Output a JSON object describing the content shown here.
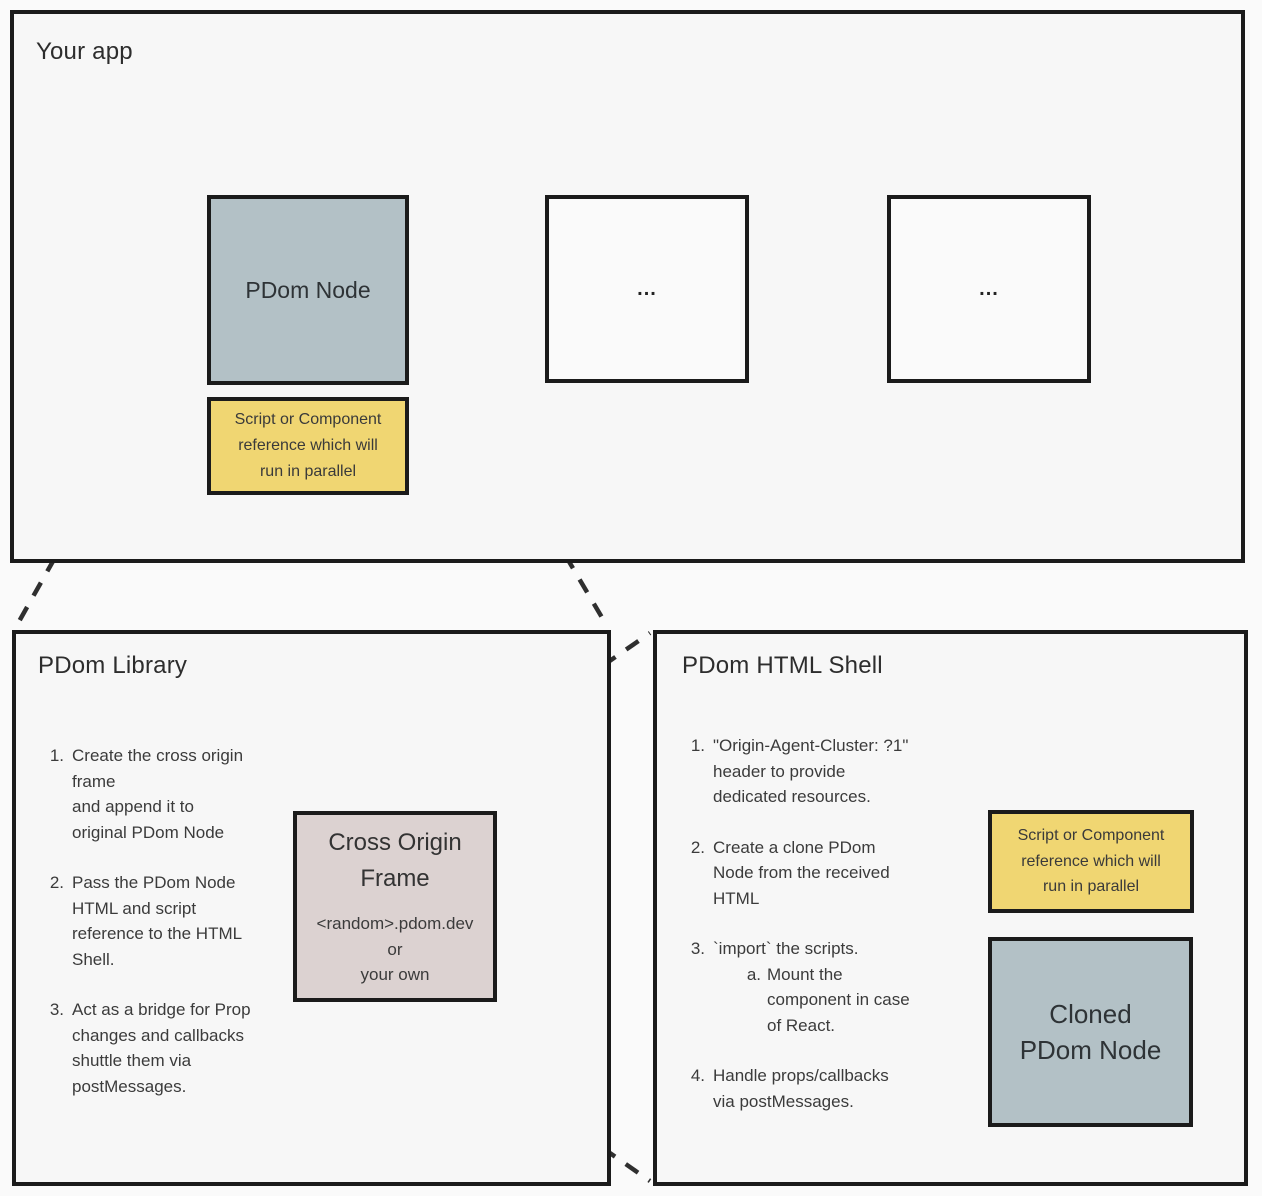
{
  "colors": {
    "page_background": "#fafafa",
    "panel_background": "#f7f7f7",
    "border": "#1b1b1b",
    "pdom_node_fill": "#b3c1c6",
    "note_fill": "#f0d672",
    "cross_origin_frame_fill": "#dcd2d1"
  },
  "app_panel": {
    "title": "Your app",
    "pdom_node_label": "PDom Node",
    "note_lines": [
      "Script or Component",
      "reference which will",
      "run in parallel"
    ],
    "placeholder_boxes": [
      "...",
      "..."
    ]
  },
  "library_panel": {
    "title": "PDom Library",
    "steps": [
      {
        "num": "1.",
        "lines": [
          "Create the cross origin",
          "frame",
          "and append it to",
          "original PDom Node"
        ]
      },
      {
        "num": "2.",
        "lines": [
          "Pass the PDom Node",
          "HTML and script",
          "reference to the HTML",
          "Shell."
        ]
      },
      {
        "num": "3.",
        "lines": [
          "Act as a bridge for Prop",
          "changes and callbacks",
          "shuttle them via",
          "postMessages."
        ]
      }
    ],
    "cross_origin_frame": {
      "title_lines": [
        "Cross Origin",
        "Frame"
      ],
      "detail_lines": [
        "<random>.pdom.dev",
        "or",
        "your own"
      ]
    }
  },
  "shell_panel": {
    "title": "PDom HTML Shell",
    "steps": [
      {
        "num": "1.",
        "lines": [
          "\"Origin-Agent-Cluster: ?1\"",
          "header to provide",
          "dedicated resources."
        ]
      },
      {
        "num": "2.",
        "lines": [
          "Create a clone PDom",
          "Node from the received",
          "HTML"
        ]
      },
      {
        "num": "3.",
        "lines": [
          "`import` the scripts."
        ],
        "sub": {
          "num": "a.",
          "lines": [
            "Mount the",
            "component in case",
            "of React."
          ]
        }
      },
      {
        "num": "4.",
        "lines": [
          "Handle props/callbacks",
          "via postMessages."
        ]
      }
    ],
    "note_lines": [
      "Script or Component",
      "reference which will",
      "run in parallel"
    ],
    "cloned_node_label": "Cloned PDom Node"
  }
}
